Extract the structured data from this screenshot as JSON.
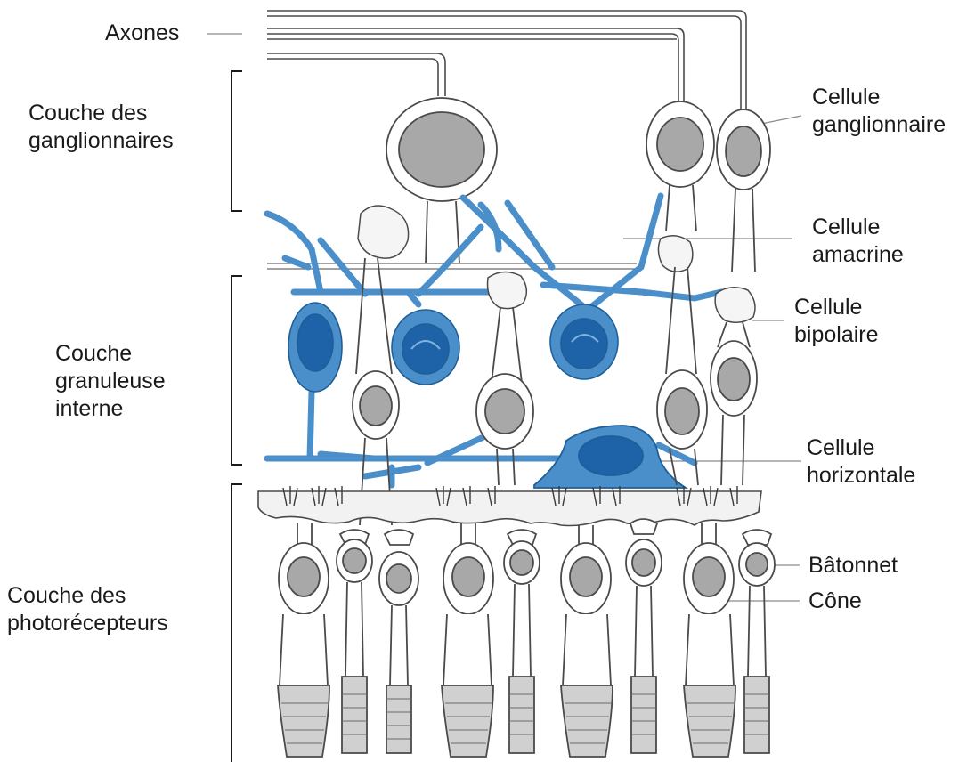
{
  "colors": {
    "outline": "#4a4a4a",
    "nucleus_gray": "#a8a8a8",
    "blue_cell": "#4a8fca",
    "blue_nucleus": "#1e63a8",
    "blue_outline": "#1f5f99",
    "label_line": "#8a8a8a",
    "text": "#1a1a1a"
  },
  "labels": {
    "axones": "Axones",
    "couche_ganglionnaires": [
      "Couche des",
      "ganglionnaires"
    ],
    "couche_granuleuse": [
      "Couche",
      "granuleuse",
      "interne"
    ],
    "couche_photorecepteurs": [
      "Couche des",
      "photorécepteurs"
    ],
    "cellule_ganglionnaire": [
      "Cellule",
      "ganglionnaire"
    ],
    "cellule_amacrine": [
      "Cellule",
      "amacrine"
    ],
    "cellule_bipolaire": [
      "Cellule",
      "bipolaire"
    ],
    "cellule_horizontale": [
      "Cellule",
      "horizontale"
    ],
    "batonnet": "Bâtonnet",
    "cone": "Cône"
  },
  "icons": {
    "layer_bracket": "bracket-icon",
    "ganglion_cell": "ganglion-cell-icon",
    "amacrine_cell": "amacrine-cell-icon",
    "bipolar_cell": "bipolar-cell-icon",
    "horizontal_cell": "horizontal-cell-icon",
    "rod_cell": "rod-icon",
    "cone_cell": "cone-icon"
  }
}
